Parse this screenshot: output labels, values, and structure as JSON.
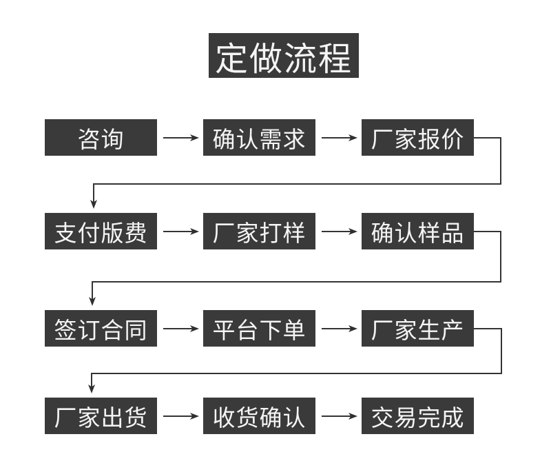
{
  "title": "定做流程",
  "colors": {
    "box_background": "#3a3a3a",
    "box_text": "#f5f5f5",
    "connector": "#333333",
    "page_background": "#ffffff"
  },
  "flow": {
    "rows": [
      {
        "steps": [
          "咨询",
          "确认需求",
          "厂家报价"
        ]
      },
      {
        "steps": [
          "支付版费",
          "厂家打样",
          "确认样品"
        ]
      },
      {
        "steps": [
          "签订合同",
          "平台下单",
          "厂家生产"
        ]
      },
      {
        "steps": [
          "厂家出货",
          "收货确认",
          "交易完成"
        ]
      }
    ]
  }
}
